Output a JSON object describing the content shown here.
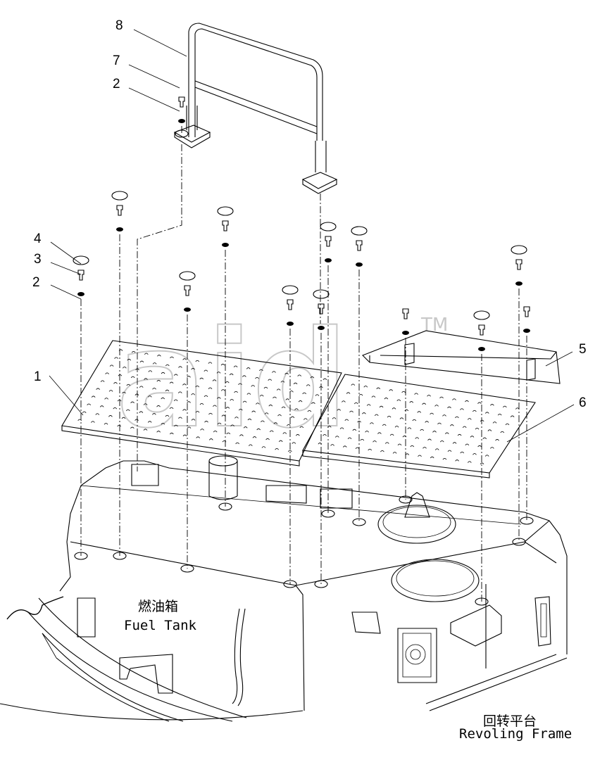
{
  "callouts": [
    {
      "id": "8",
      "text": "8"
    },
    {
      "id": "7",
      "text": "7"
    },
    {
      "id": "2a",
      "text": "2"
    },
    {
      "id": "4",
      "text": "4"
    },
    {
      "id": "3",
      "text": "3"
    },
    {
      "id": "2b",
      "text": "2"
    },
    {
      "id": "1",
      "text": "1"
    },
    {
      "id": "5",
      "text": "5"
    },
    {
      "id": "6",
      "text": "6"
    }
  ],
  "labels": {
    "fuel_tank_cn": "燃油箱",
    "fuel_tank_en": "Fuel Tank",
    "revolving_frame_cn": "回转平台",
    "revolving_frame_en": "Revoling Frame"
  },
  "watermark": {
    "text": "aid",
    "trademark": "TM"
  }
}
